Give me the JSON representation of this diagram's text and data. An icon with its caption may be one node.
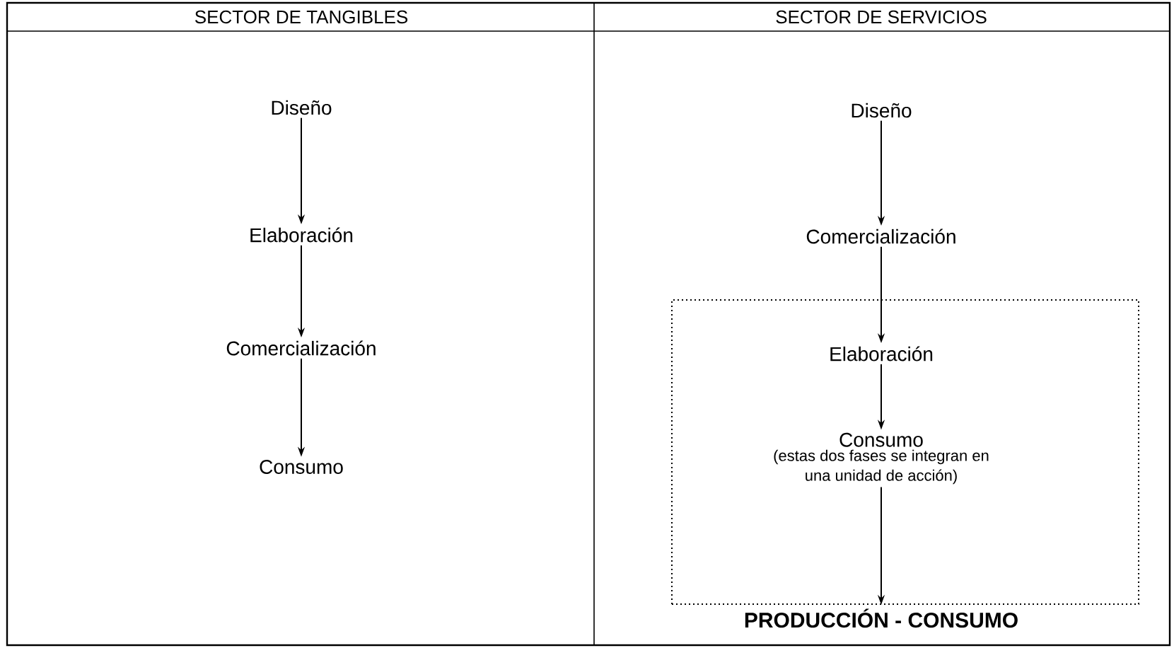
{
  "diagram": {
    "nodes": [
      {
        "text": [
          "Diseño"
        ]
      },
      {
        "text": [
          "Elaboración"
        ]
      },
      {
        "text": [
          "Comercialización"
        ]
      },
      {
        "text": [
          "Consumo"
        ]
      },
      {
        "text": [
          "Diseño"
        ]
      },
      {
        "text": [
          "Comercialización"
        ]
      },
      {
        "text": [
          "PRODUCCIÓN - CONSUMO"
        ]
      },
      {
        "text": [
          "Elaboración"
        ],
        "in": 6
      },
      {
        "text": [
          "Consumo",
          "(estas dos fases se integran en una unidad de acción)"
        ],
        "in": 6
      }
    ],
    "edges": [
      {
        "from": 0,
        "to": 1,
        "arrow": "to"
      },
      {
        "from": 1,
        "to": 2,
        "arrow": "to"
      },
      {
        "from": 2,
        "to": 3,
        "arrow": "to"
      },
      {
        "from": 4,
        "to": 5,
        "arrow": "to"
      },
      {
        "from": 5,
        "to": 7,
        "arrow": "to"
      },
      {
        "from": 7,
        "to": 8,
        "arrow": "to"
      },
      {
        "from": 8,
        "to": 6,
        "arrow": "to"
      }
    ],
    "labels": [
      "SECTOR DE TANGIBLES",
      "SECTOR DE SERVICIOS"
    ]
  }
}
